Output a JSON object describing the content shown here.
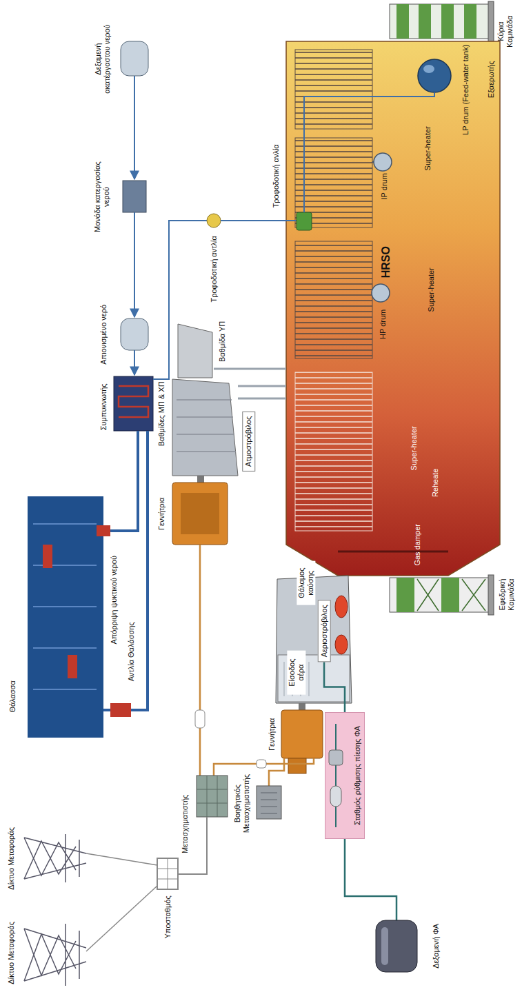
{
  "diagram": {
    "nodes": [
      {
        "text": [
          "Αεριοστρόβιλος"
        ]
      },
      {
        "text": [
          "Ατμοστρόβιλος"
        ]
      },
      {
        "text": [
          "Σταθμός ρύθμισης πίεσης ΦΑ"
        ]
      }
    ],
    "edges": [
      {
        "from": 2,
        "to": 0,
        "arrow": "none"
      }
    ],
    "labels": [
      "Κύρια Καμινάδα",
      "LP drum (Feed-water tank)",
      "Εξαερωτής",
      "Super-heater",
      "IP drum",
      "HRSO",
      "Super-heater",
      "HP drum",
      "Super-heater",
      "Reheate",
      "Gas damper",
      "Εφεδρική Καμινάδα",
      "Τροφοδοτική ανλία",
      "Τροφοδοτική αντλία",
      "Δεξαμενή ακατέργαστου νερού",
      "Μονάδα κατεργασίας νερού",
      "Απιονισμένο νερό",
      "Βαθμίδα ΥΠ",
      "Βαθμίδες ΜΠ & ΧΠ",
      "Συμπυκνωτής",
      "Γεννήτρια",
      "Θάλαμος καύσης",
      "Είσοδος αέρα",
      "Γεννήτρια",
      "Βοηθητικός Μετασχηματιστής",
      "Μετασχηματιστής",
      "Υποσταθμός",
      "Δίκτυο Μεταφοράς",
      "Δίκτυο Μεταφοράς",
      "Απόρριψη ψυκτικού νερού",
      "Αντλία Θαλάσσης",
      "Θάλασσα",
      "Δεξαμενή ΦΑ"
    ]
  }
}
